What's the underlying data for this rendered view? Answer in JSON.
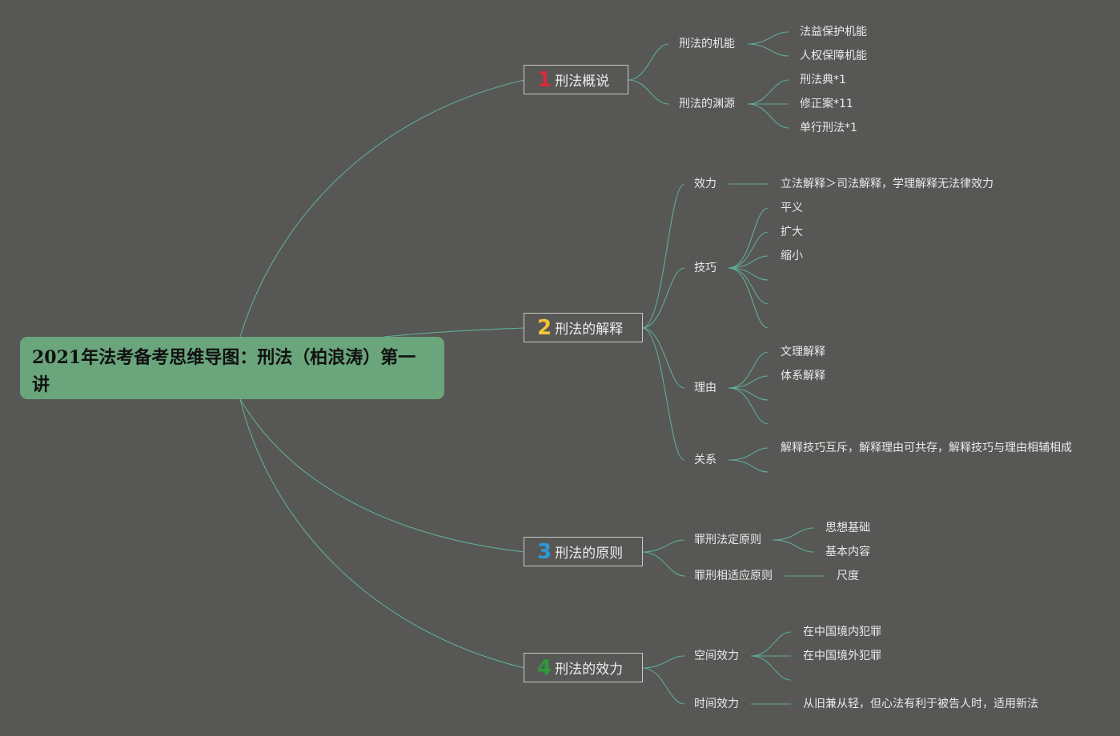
{
  "title": "2021年法考备考思维导图：刑法（柏浪涛）第一讲",
  "branch1": {
    "num": "1",
    "label": "刑法概说",
    "num_color": "#d42d3a",
    "function": {
      "label": "刑法的机能",
      "items": [
        "法益保护机能",
        "人权保障机能"
      ]
    },
    "source": {
      "label": "刑法的渊源",
      "items": [
        "刑法典*1",
        "修正案*11",
        "单行刑法*1"
      ]
    }
  },
  "branch2": {
    "num": "2",
    "label": "刑法的解释",
    "num_color": "#f2c53a",
    "effect": {
      "label": "效力",
      "items": [
        "立法解释＞司法解释，学理解释无法律效力"
      ]
    },
    "technique": {
      "label": "技巧",
      "items": [
        "平义",
        "扩大",
        "缩小"
      ]
    },
    "reason": {
      "label": "理由",
      "items": [
        "文理解释",
        "体系解释"
      ]
    },
    "relation": {
      "label": "关系",
      "items": [
        "解释技巧互斥，解释理由可共存，解释技巧与理由相辅相成"
      ]
    }
  },
  "branch3": {
    "num": "3",
    "label": "刑法的原则",
    "num_color": "#2d9ad8",
    "legality": {
      "label": "罪刑法定原则",
      "items": [
        "思想基础",
        "基本内容"
      ]
    },
    "proportion": {
      "label": "罪刑相适应原则",
      "items": [
        "尺度"
      ]
    }
  },
  "branch4": {
    "num": "4",
    "label": "刑法的效力",
    "num_color": "#2f9a3c",
    "space": {
      "label": "空间效力",
      "items": [
        "在中国境内犯罪",
        "在中国境外犯罪"
      ]
    },
    "time": {
      "label": "时间效力",
      "items": [
        "从旧兼从轻，但心法有利于被告人时，适用新法"
      ]
    }
  }
}
